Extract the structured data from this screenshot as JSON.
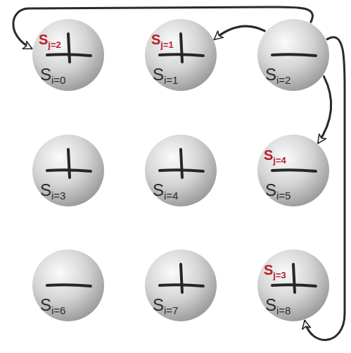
{
  "diagram": {
    "nodes": [
      {
        "text": [
          "Sj=2",
          "Si=0"
        ]
      },
      {
        "text": [
          "Sj=1",
          "Si=1"
        ]
      },
      {
        "text": [
          "Si=2"
        ]
      },
      {
        "text": [
          "Si=3"
        ]
      },
      {
        "text": [
          "Si=4"
        ]
      },
      {
        "text": [
          "Sj=4",
          "Si=5"
        ]
      },
      {
        "text": [
          "Si=6"
        ]
      },
      {
        "text": [
          "Si=7"
        ]
      },
      {
        "text": [
          "Sj=3",
          "Si=8"
        ]
      }
    ],
    "edges": [
      {
        "from": 2,
        "to": 0,
        "arrow": "to"
      },
      {
        "from": 2,
        "to": 1,
        "arrow": "to"
      },
      {
        "from": 2,
        "to": 5,
        "arrow": "to"
      },
      {
        "from": 2,
        "to": 8,
        "arrow": "to"
      }
    ]
  }
}
